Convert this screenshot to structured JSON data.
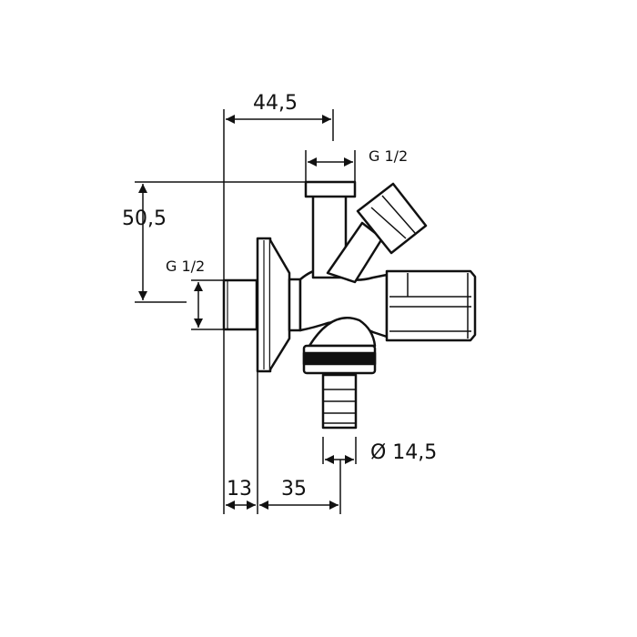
{
  "diagram": {
    "type": "technical dimension drawing",
    "subject": "angle valve with hose connection",
    "line_color": "#111111",
    "background": "#ffffff"
  },
  "dimensions": {
    "top_width": "44,5",
    "top_thread": "G 1/2",
    "height": "50,5",
    "inlet_thread": "G 1/2",
    "hose_diameter": "Ø 14,5",
    "wall_offset": "13",
    "hose_offset": "35"
  }
}
